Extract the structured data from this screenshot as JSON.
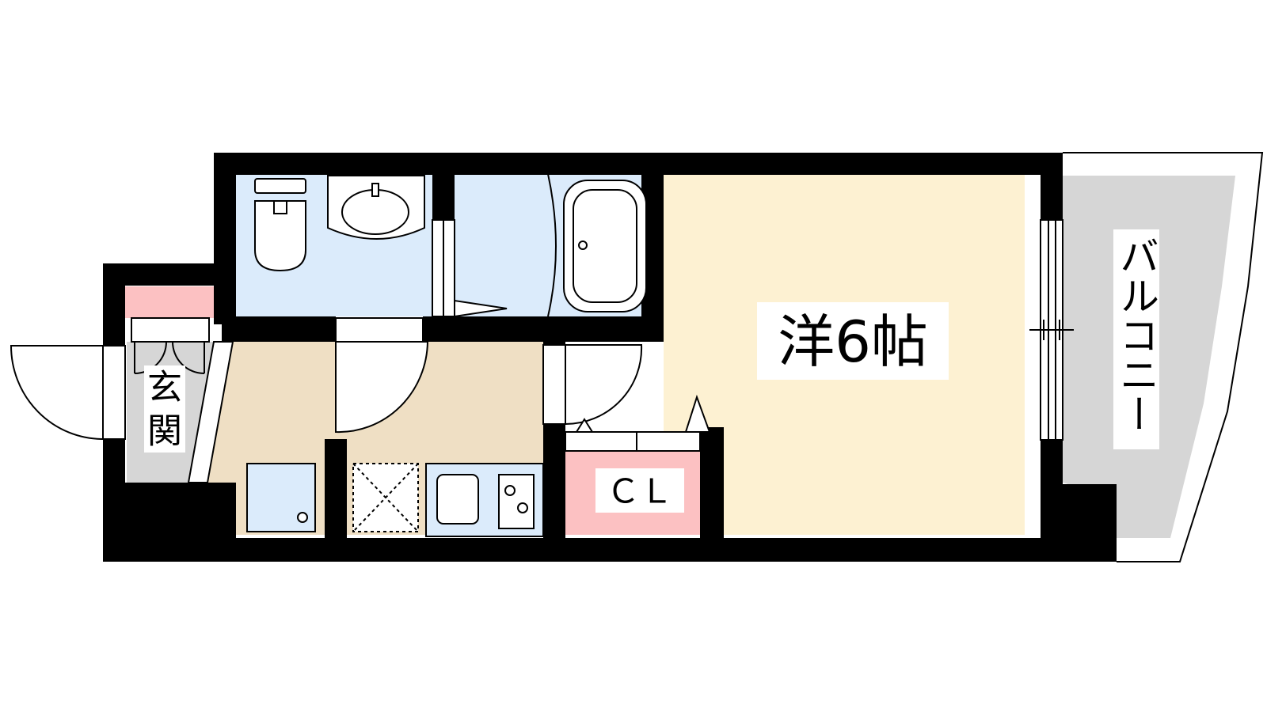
{
  "rooms": {
    "western_room": {
      "label": "洋6帖",
      "fill": "#fdf1d2"
    },
    "entrance": {
      "label_top": "玄",
      "label_bottom": "関",
      "fill": "#d6d6d6"
    },
    "balcony": {
      "label": "バルコニー",
      "fill": "#d6d6d6"
    },
    "closet": {
      "label": "ＣＬ",
      "fill": "#fcc1c2"
    },
    "kitchen": {
      "fill": "#efdfc4"
    },
    "wet_area": {
      "fill": "#dbebfb"
    }
  },
  "colors": {
    "wall": "#000000",
    "shoe_cabinet": "#fcc1c2",
    "fixtures": "#dbebfb",
    "background": "#ffffff"
  },
  "icons": [
    "toilet-icon",
    "washbasin-icon",
    "bathtub-icon",
    "washing-machine-icon",
    "stove-icon",
    "sink-icon",
    "refrigerator-icon"
  ]
}
